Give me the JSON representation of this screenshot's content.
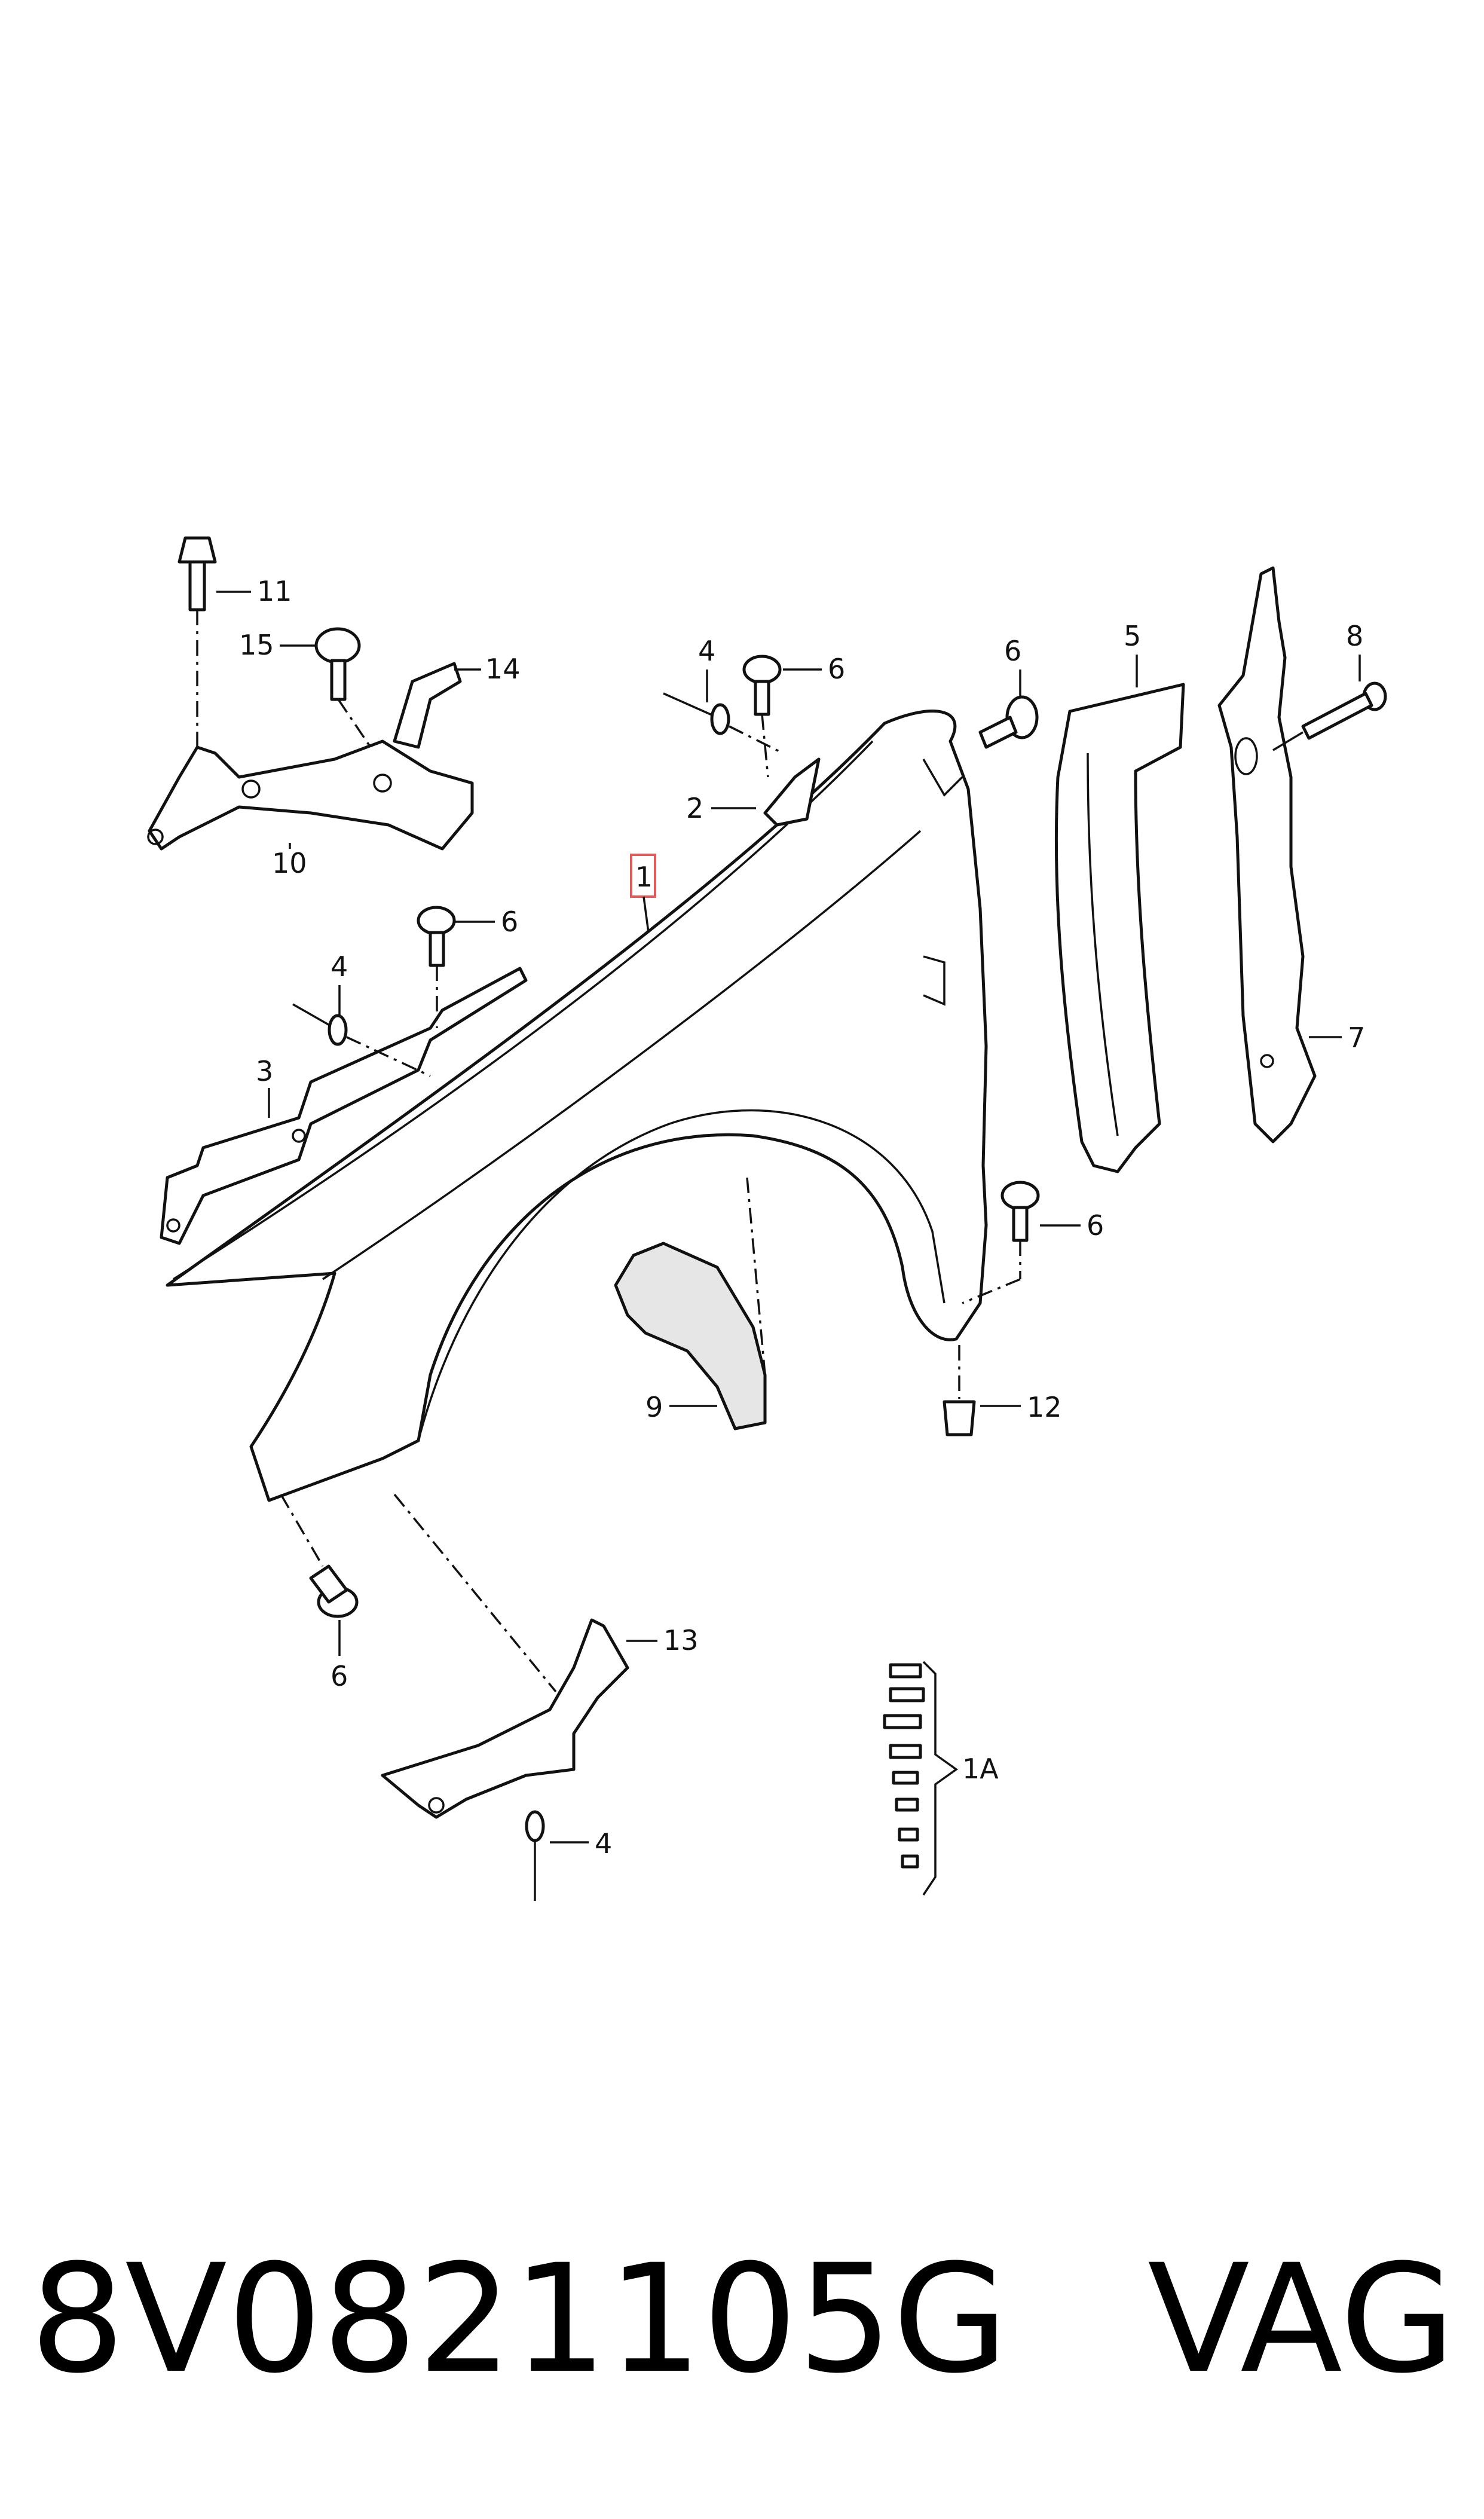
{
  "diagram": {
    "callouts": {
      "c1": "1",
      "c1A": "1A",
      "c2": "2",
      "c3": "3",
      "c4a": "4",
      "c4b": "4",
      "c4c": "4",
      "c5": "5",
      "c6a": "6",
      "c6b": "6",
      "c6c": "6",
      "c6d": "6",
      "c6e": "6",
      "c7": "7",
      "c8": "8",
      "c9": "9",
      "c10": "10",
      "c11": "11",
      "c12": "12",
      "c13": "13",
      "c14": "14",
      "c15": "15"
    },
    "highlight_color": "#e05a5a"
  },
  "footer": {
    "part_number": "8V0821105G",
    "brand": "VAG"
  }
}
